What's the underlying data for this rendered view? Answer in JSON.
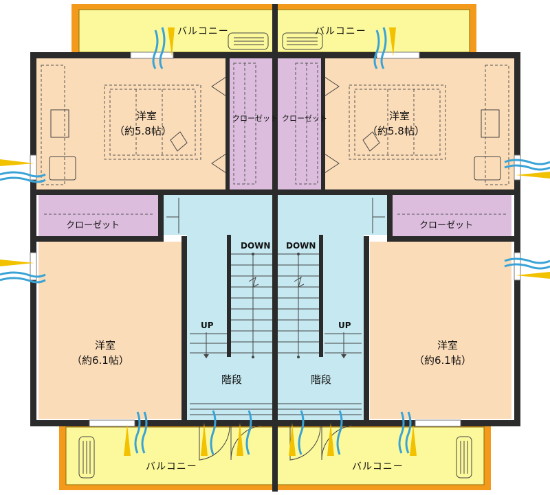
{
  "colors": {
    "room": "#fbdcb8",
    "closet": "#dcbddd",
    "stair": "#c5e8f1",
    "balcony_fill": "#fbf99b",
    "balcony_rim": "#f39a1c",
    "wall": "#2b2b2b",
    "wind_blue": "#3aa3d6",
    "wind_yellow": "#f2c100"
  },
  "labels": {
    "balcony": "バルコニー",
    "closet": "クローゼット",
    "room_name": "洋室",
    "room_small_size": "（約5.8帖）",
    "room_large_size": "（約6.1帖）",
    "down": "DOWN",
    "up": "UP",
    "stairs": "階段"
  },
  "icons": [
    "wind-arrow-icon",
    "bed-icon",
    "desk-icon",
    "chair-icon",
    "door-swing-icon",
    "window-icon"
  ]
}
